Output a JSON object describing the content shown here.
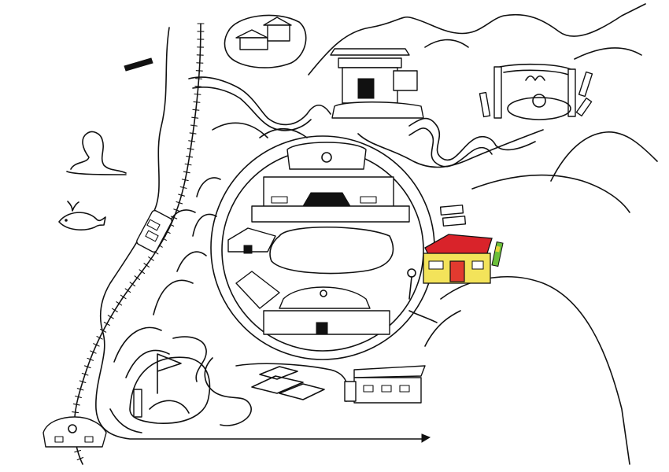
{
  "map": {
    "style": "hand-drawn line illustration",
    "colors": {
      "ink": "#111111",
      "background": "#ffffff",
      "highlight_wall": "#f3e35a",
      "highlight_roof": "#d9232a",
      "highlight_door": "#e23a2f",
      "sign_green": "#6bbf3a",
      "sign_yellow": "#e7d63c"
    },
    "features": [
      {
        "id": "farmhouse-top",
        "icon": "house-icon"
      },
      {
        "id": "shrine-gate",
        "icon": "shrine-icon"
      },
      {
        "id": "hot-spring-arch",
        "icon": "hot-spring-icon"
      },
      {
        "id": "main-school-building",
        "icon": "school-icon"
      },
      {
        "id": "highlighted-station-building",
        "icon": "station-icon",
        "highlighted": true
      },
      {
        "id": "lower-hall",
        "icon": "hall-icon"
      },
      {
        "id": "apartment-block",
        "icon": "building-icon"
      },
      {
        "id": "train",
        "icon": "train-icon"
      },
      {
        "id": "whale",
        "icon": "whale-icon"
      },
      {
        "id": "rock-island",
        "icon": "island-icon"
      },
      {
        "id": "pier-bridge",
        "icon": "bridge-icon"
      },
      {
        "id": "track-terminal",
        "icon": "buffer-stop-icon"
      }
    ]
  }
}
